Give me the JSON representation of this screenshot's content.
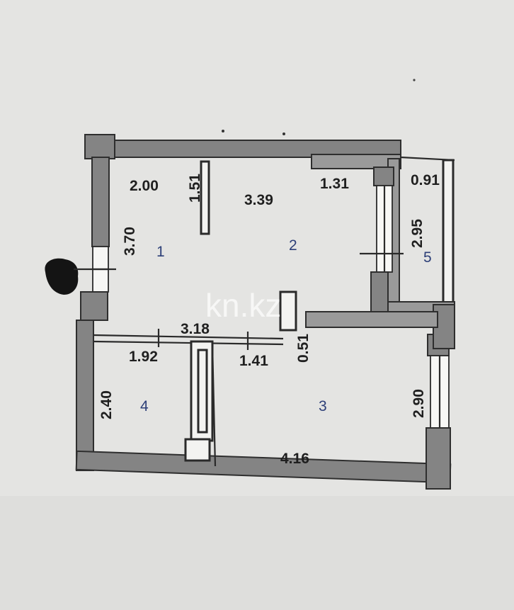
{
  "floor_plan": {
    "rooms": [
      {
        "id": "room-1",
        "number": "1"
      },
      {
        "id": "room-2",
        "number": "2"
      },
      {
        "id": "room-3",
        "number": "3"
      },
      {
        "id": "room-4",
        "number": "4"
      },
      {
        "id": "room-5",
        "number": "5"
      }
    ],
    "dimensions": {
      "room1_width": "2.00",
      "room1_height": "3.70",
      "room1_partition": "1.51",
      "room2_width": "3.39",
      "corridor_width": "1.31",
      "balcony_width": "0.91",
      "balcony_length": "2.95",
      "hall_width": "3.18",
      "room4_width": "1.92",
      "passage_width": "1.41",
      "doorway_width": "0.51",
      "room4_height": "2.40",
      "room3_height": "2.90",
      "room3_width": "4.16"
    },
    "watermark": "kn.kz"
  },
  "colors": {
    "paper": "#e4e4e2",
    "wall": "#848484",
    "ink": "#1f1f1f",
    "room_number": "#2d3f78"
  }
}
